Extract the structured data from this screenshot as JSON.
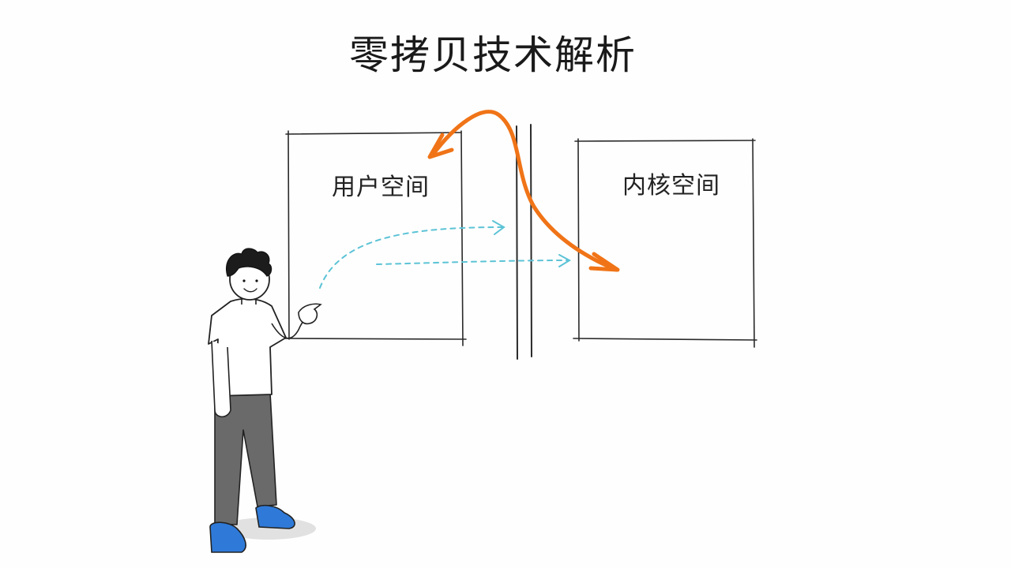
{
  "title": "零拷贝技术解析",
  "boxes": {
    "user_space": "用户空间",
    "kernel_space": "内核空间"
  },
  "colors": {
    "orange_arrow": "#f07417",
    "dashed_arrow": "#5cc3d6",
    "shoe_blue": "#2f7ad8",
    "pants_gray": "#6a6a6a",
    "ink": "#222222"
  }
}
